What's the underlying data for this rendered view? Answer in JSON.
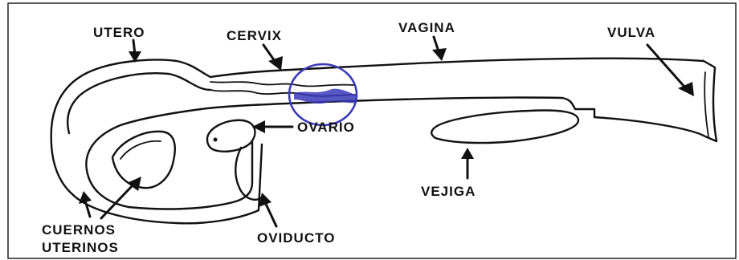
{
  "labels": {
    "utero": "UTERO",
    "cervix": "CERVIX",
    "vagina": "VAGINA",
    "vulva": "VULVA",
    "ovario": "OVARIO",
    "vejiga": "VEJIGA",
    "cuernos_line1": "CUERNOS",
    "cuernos_line2": "UTERINOS",
    "oviducto": "OVIDUCTO"
  },
  "colors": {
    "ink": "#111111",
    "highlight": "#3a3ab8",
    "background": "#ffffff"
  }
}
